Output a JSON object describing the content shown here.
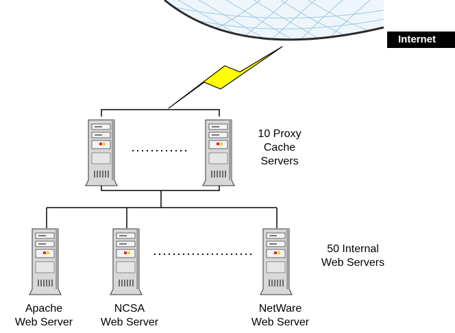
{
  "internet_label": "Internet",
  "proxy_group": {
    "count_line": "10 Proxy",
    "line2": "Cache",
    "line3": "Servers"
  },
  "web_group": {
    "line1": "50 Internal",
    "line2": "Web Servers"
  },
  "servers": {
    "apache": {
      "line1": "Apache",
      "line2": "Web Server"
    },
    "ncsa": {
      "line1": "NCSA",
      "line2": "Web Server"
    },
    "netware": {
      "line1": "NetWare",
      "line2": "Web Server"
    }
  },
  "colors": {
    "globe_edge": "#2b2b2b",
    "globe_fill": "#eef6fb",
    "globe_grid": "#9cc6e0",
    "lightning": "#ffff00",
    "server_body": "#d8d8d8",
    "server_shade": "#a0a0a0",
    "light_red": "#e8203a",
    "light_yellow": "#f7d000"
  },
  "icons": [
    "globe-icon",
    "lightning-icon",
    "server-icon"
  ]
}
